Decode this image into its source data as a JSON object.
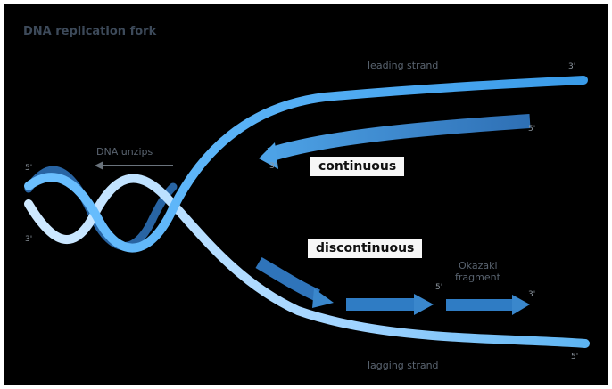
{
  "title": "DNA replication fork",
  "labels": {
    "leading": "leading strand",
    "lagging": "lagging strand",
    "unzips": "DNA unzips",
    "okazaki_line1": "Okazaki",
    "okazaki_line2": "fragment",
    "continuous": "continuous",
    "discontinuous": "discontinuous"
  },
  "ends": {
    "leading_right": "3'",
    "new_leading_right": "5'",
    "new_leading_head": "3'",
    "helix_top": "5'",
    "helix_bottom": "3'",
    "okazaki_5": "5'",
    "okazaki_3": "3'",
    "lagging_right": "5'"
  },
  "colors": {
    "background": "#000000",
    "strand_light": "#a9d8ff",
    "strand_mid": "#5ab4f5",
    "strand_dark": "#2c78c8",
    "new_strand": "#3a87cc",
    "label_box": "#f7f7f7"
  }
}
